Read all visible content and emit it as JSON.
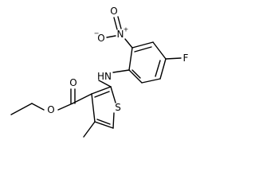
{
  "labels": {
    "ester_o_carbonyl": "O",
    "ester_o_ether": "O",
    "amine": "HN",
    "sulfur": "S",
    "nitro_n": "N",
    "nitro_n_charge": "+",
    "nitro_o_left": "O",
    "nitro_o_left_charge": "−",
    "nitro_o_top": "O",
    "fluorine": "F"
  }
}
